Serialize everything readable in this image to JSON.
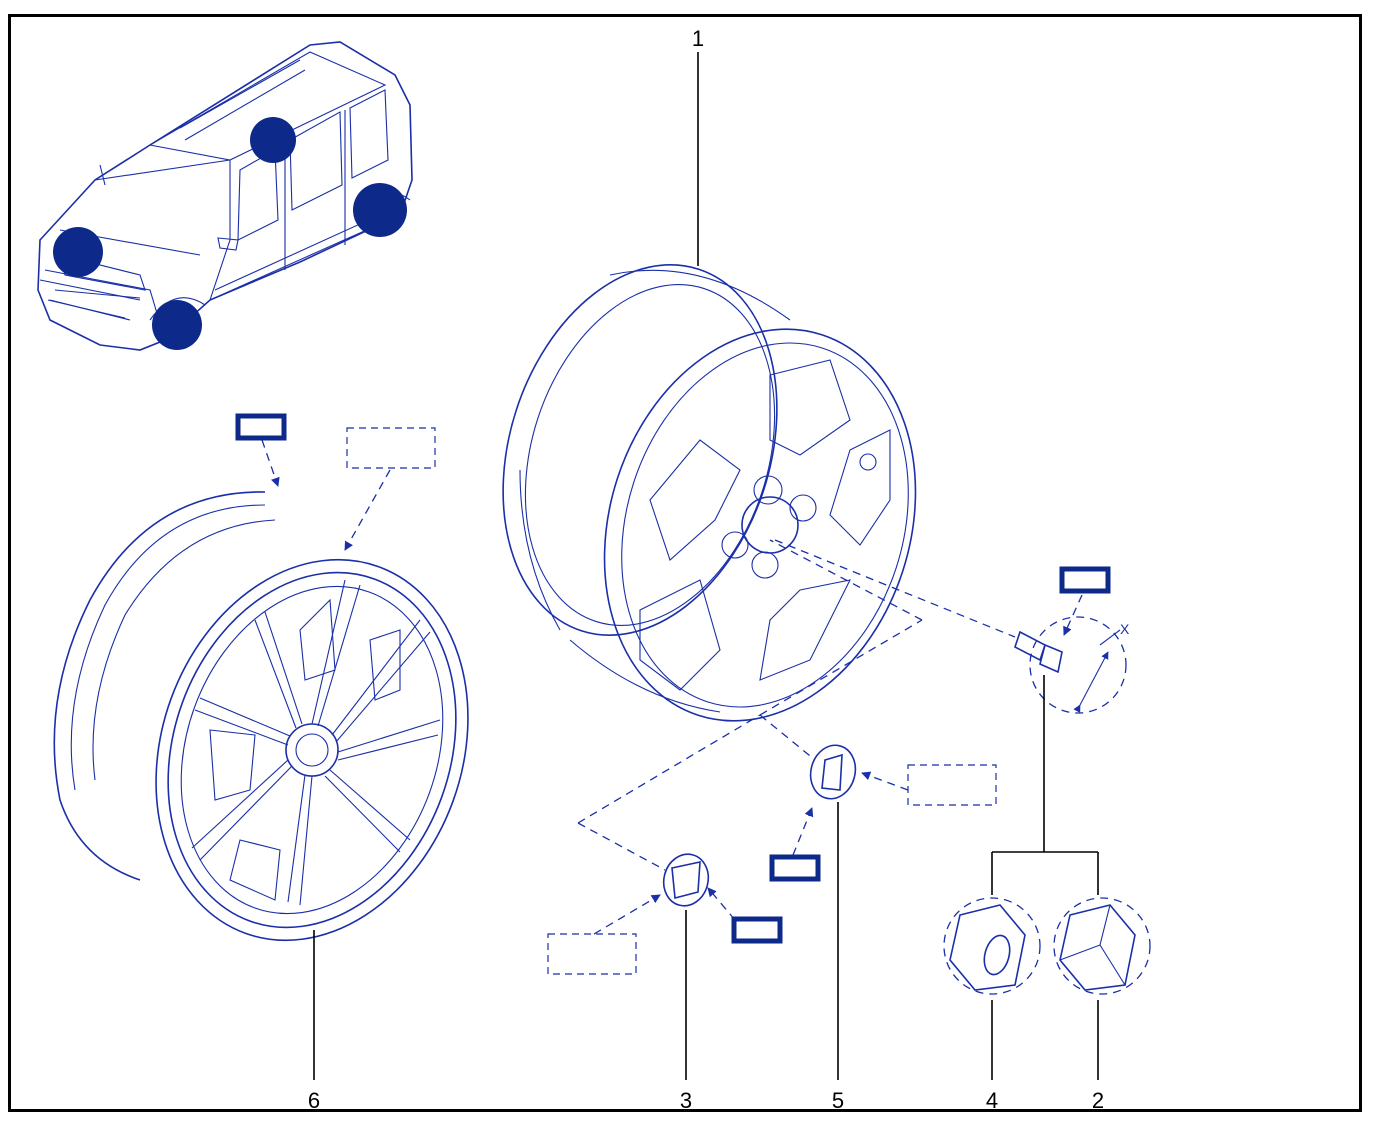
{
  "diagram": {
    "callouts": {
      "c1": "1",
      "c2": "2",
      "c3": "3",
      "c4": "4",
      "c5": "5",
      "c6": "6"
    },
    "dimension_label": "X",
    "colors": {
      "line": "#1a2fa8",
      "marker": "#0d2a8a",
      "leader": "#000000"
    }
  }
}
